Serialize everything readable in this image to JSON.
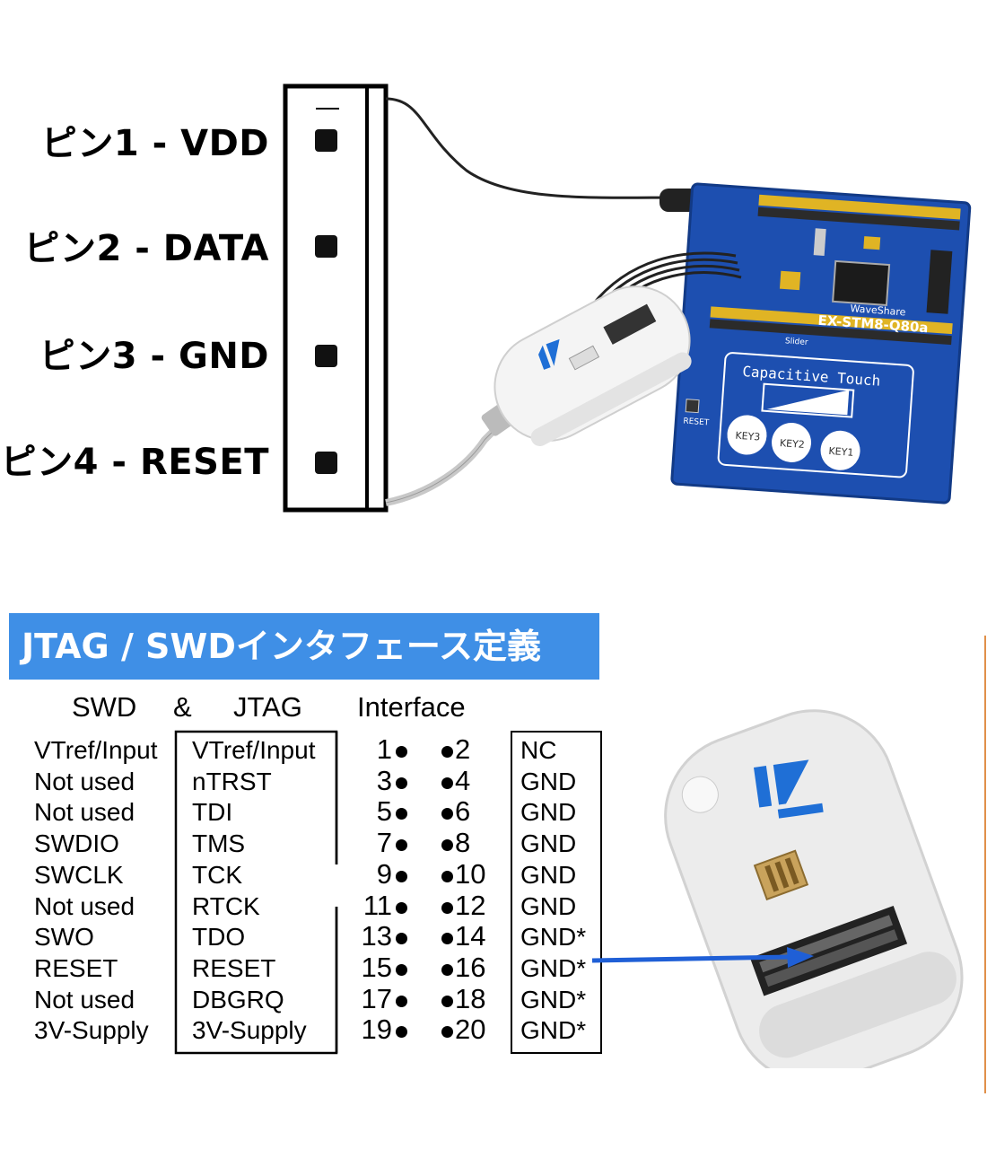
{
  "pin_header": {
    "pin_marker": "1",
    "pins": [
      {
        "label": "ピン1 - VDD"
      },
      {
        "label": "ピン2 - DATA"
      },
      {
        "label": "ピン3 - GND"
      },
      {
        "label": "ピン4 - RESET"
      }
    ]
  },
  "board": {
    "brand": "WaveShare",
    "model": "EX-STM8-Q80a",
    "touch_title": "Capacitive Touch",
    "reset_label": "RESET",
    "slider_label": "Slider",
    "keys": [
      "KEY3",
      "KEY2",
      "KEY1"
    ]
  },
  "section_title": "JTAG / SWDインタフェース定義",
  "interface_table": {
    "headers": {
      "swd": "SWD",
      "amp": "&",
      "jtag": "JTAG",
      "interface": "Interface"
    },
    "rows": [
      {
        "swd": "VTref/Input",
        "jtag": "VTref/Input",
        "pin_odd": "1",
        "pin_even": "2",
        "signal": "NC"
      },
      {
        "swd": "Not used",
        "jtag": "nTRST",
        "pin_odd": "3",
        "pin_even": "4",
        "signal": "GND"
      },
      {
        "swd": "Not used",
        "jtag": "TDI",
        "pin_odd": "5",
        "pin_even": "6",
        "signal": "GND"
      },
      {
        "swd": "SWDIO",
        "jtag": "TMS",
        "pin_odd": "7",
        "pin_even": "8",
        "signal": "GND"
      },
      {
        "swd": "SWCLK",
        "jtag": "TCK",
        "pin_odd": "9",
        "pin_even": "10",
        "signal": "GND"
      },
      {
        "swd": "Not used",
        "jtag": "RTCK",
        "pin_odd": "11",
        "pin_even": "12",
        "signal": "GND"
      },
      {
        "swd": "SWO",
        "jtag": "TDO",
        "pin_odd": "13",
        "pin_even": "14",
        "signal": "GND*"
      },
      {
        "swd": "RESET",
        "jtag": "RESET",
        "pin_odd": "15",
        "pin_even": "16",
        "signal": "GND*"
      },
      {
        "swd": "Not used",
        "jtag": "DBGRQ",
        "pin_odd": "17",
        "pin_even": "18",
        "signal": "GND*"
      },
      {
        "swd": "3V-Supply",
        "jtag": "3V-Supply",
        "pin_odd": "19",
        "pin_even": "20",
        "signal": "GND*"
      }
    ]
  },
  "colors": {
    "banner": "#3f8fe6",
    "board_blue": "#1d4fb0",
    "arrow_blue": "#1f5fd6",
    "st_logo": "#1f6fd6"
  },
  "icons": [
    "st-logo-icon",
    "arrow-icon"
  ]
}
